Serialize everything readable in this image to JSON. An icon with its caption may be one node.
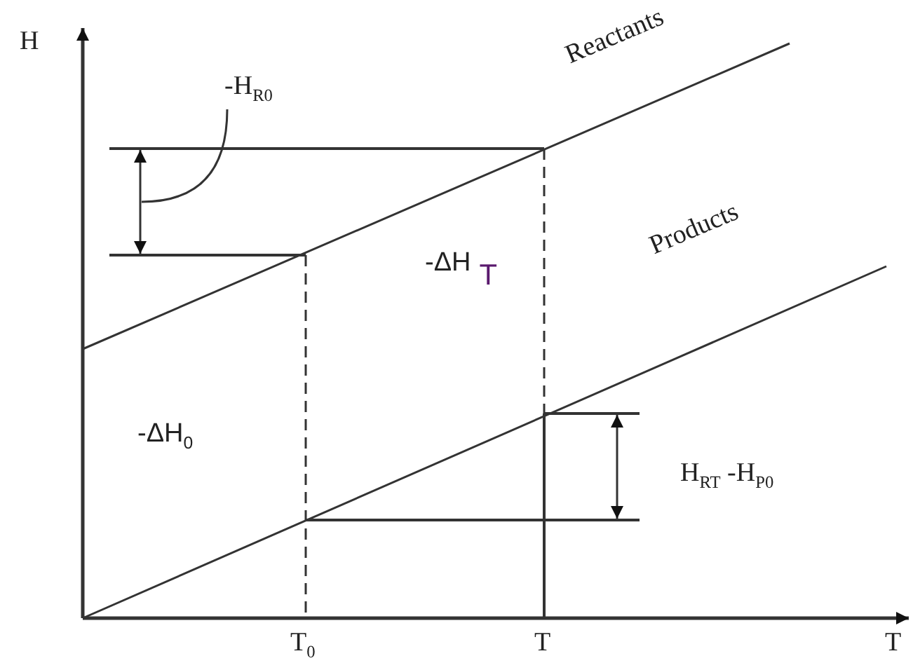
{
  "diagram": {
    "nodes": [
      {
        "text": [
          "-H$_{R0}$"
        ]
      },
      {
        "text": [],
        "shape": "arrow"
      }
    ],
    "edges": [
      {
        "from": 0,
        "to": 1,
        "arrow": "none"
      }
    ],
    "labels": [
      "H",
      "Reactants",
      "Products",
      "-ΔH$_{T}$",
      "-ΔH$_{0}$",
      "H$_{RT}$ -H$_{P0}$",
      "T$_{0}$",
      "T",
      "T"
    ]
  }
}
